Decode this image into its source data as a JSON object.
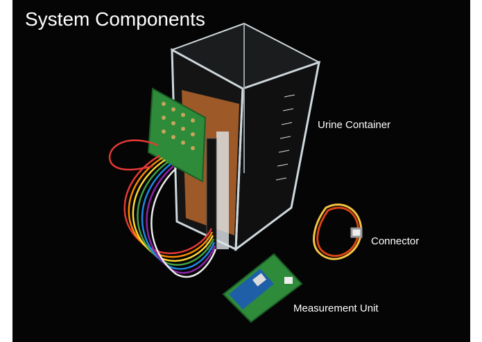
{
  "title": "System Components",
  "labels": {
    "urine_container": "Urine Container",
    "connector": "Connector",
    "measurement_unit": "Measurement Unit"
  },
  "colors": {
    "background": "#050505",
    "text": "#ffffff",
    "acrylic": "#cfd8dc",
    "copper": "#b5652b",
    "pcb_green": "#2e8b3a",
    "pcb_blue": "#1f5fa8"
  }
}
